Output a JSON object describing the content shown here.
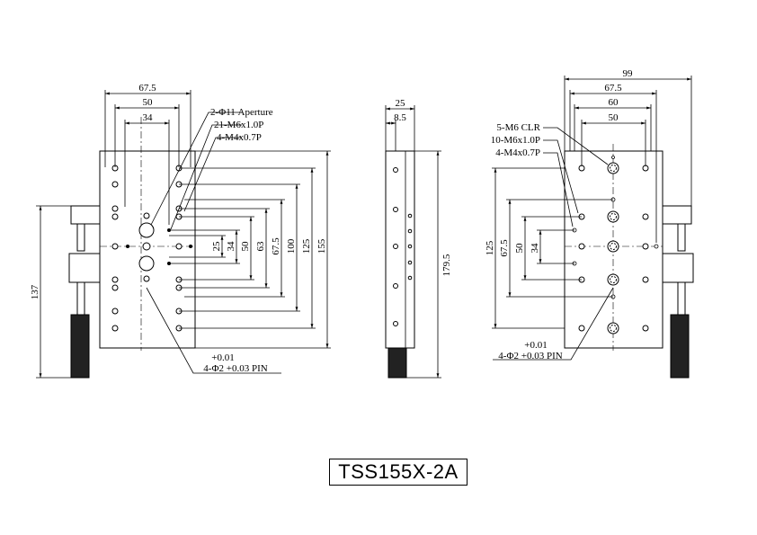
{
  "title": "TSS155X-2A",
  "left_view": {
    "dim_top": [
      "67.5",
      "50",
      "34"
    ],
    "callouts": [
      "2-Φ11 Aperture",
      "21-M6x1.0P",
      "4-M4x0.7P"
    ],
    "dim_vertical": [
      "25",
      "34",
      "50",
      "63",
      "67.5",
      "100",
      "125",
      "155"
    ],
    "dim_height": "137",
    "pin_tol": "+0.01",
    "pin_label": "4-Φ2 +0.03 PIN"
  },
  "side_view": {
    "dim_top": [
      "25",
      "8.5"
    ],
    "dim_height": "179.5"
  },
  "right_view": {
    "dim_top": [
      "99",
      "67.5",
      "60",
      "50"
    ],
    "callouts": [
      "5-M6 CLR",
      "10-M6x1.0P",
      "4-M4x0.7P"
    ],
    "dim_vertical": [
      "125",
      "67.5",
      "50",
      "34"
    ],
    "pin_tol": "+0.01",
    "pin_label": "4-Φ2 +0.03 PIN"
  }
}
